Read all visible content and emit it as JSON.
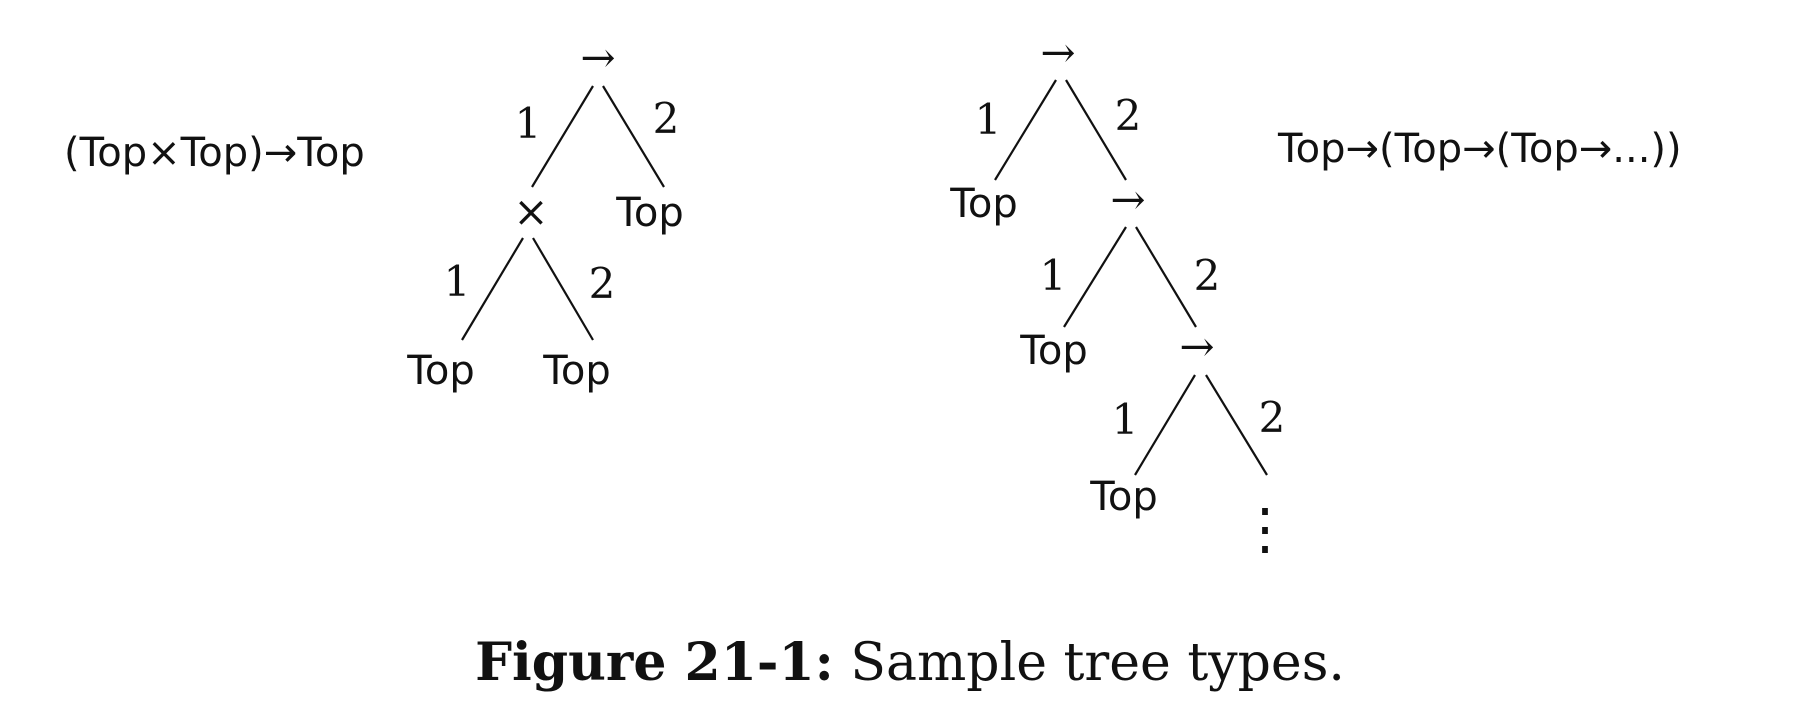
{
  "left_example": {
    "type_expression": "(Top×Top)→Top",
    "tree": {
      "root": "→",
      "root_edge_left": "1",
      "root_edge_right": "2",
      "left_child": "×",
      "right_child": "Top",
      "inner_edge_left": "1",
      "inner_edge_right": "2",
      "inner_left_leaf": "Top",
      "inner_right_leaf": "Top"
    }
  },
  "right_example": {
    "type_expression": "Top→(Top→(Top→...))",
    "tree": {
      "levels": [
        {
          "node": "→",
          "edge_left": "1",
          "edge_right": "2",
          "leaf": "Top"
        },
        {
          "node": "→",
          "edge_left": "1",
          "edge_right": "2",
          "leaf": "Top"
        },
        {
          "node": "→",
          "edge_left": "1",
          "edge_right": "2",
          "leaf": "Top"
        }
      ],
      "continuation": "⋮"
    }
  },
  "caption": {
    "label": "Figure 21-1:",
    "text": " Sample tree types."
  }
}
